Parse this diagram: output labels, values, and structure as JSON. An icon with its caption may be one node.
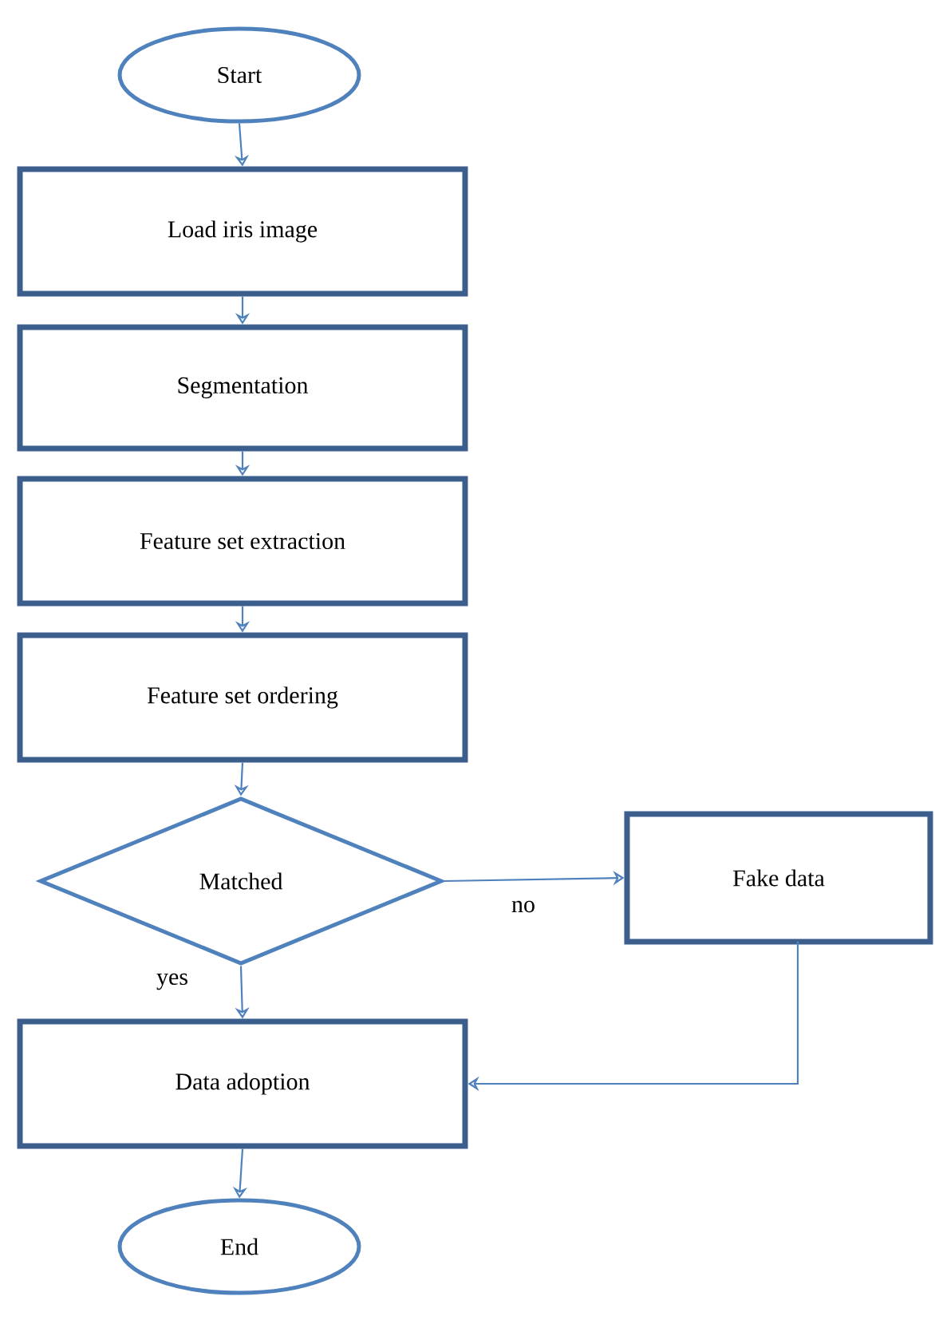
{
  "diagram": {
    "nodes": [
      {
        "text": [
          "Start"
        ]
      },
      {
        "text": [
          "Load iris image"
        ]
      },
      {
        "text": [
          "Segmentation"
        ]
      },
      {
        "text": [
          "Feature set extraction"
        ]
      },
      {
        "text": [
          "Feature set ordering"
        ]
      },
      {
        "text": [
          "Matched"
        ]
      },
      {
        "text": [
          "Fake data"
        ]
      },
      {
        "text": [
          "Data adoption"
        ]
      },
      {
        "text": [
          "End"
        ]
      }
    ],
    "edges": [
      {
        "from": 0,
        "to": 1,
        "arrow": "to"
      },
      {
        "from": 1,
        "to": 2,
        "arrow": "to"
      },
      {
        "from": 2,
        "to": 3,
        "arrow": "to"
      },
      {
        "from": 3,
        "to": 4,
        "arrow": "to"
      },
      {
        "from": 4,
        "to": 5,
        "arrow": "to"
      },
      {
        "from": 5,
        "to": 6,
        "arrow": "to",
        "label": "no"
      },
      {
        "from": 5,
        "to": 7,
        "arrow": "to",
        "label": "yes"
      },
      {
        "from": 6,
        "to": 7,
        "arrow": "to"
      },
      {
        "from": 7,
        "to": 8,
        "arrow": "to"
      }
    ]
  }
}
